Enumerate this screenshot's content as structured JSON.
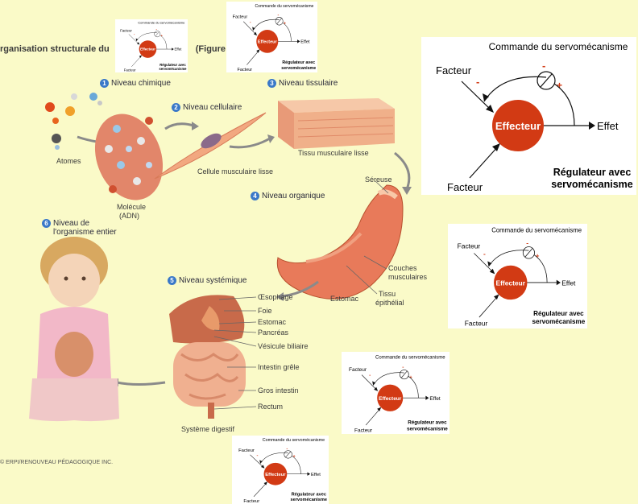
{
  "heading": "rganisation structurale du",
  "heading_suffix": "(Figure",
  "levels": [
    {
      "num": "1",
      "label": "Niveau chimique"
    },
    {
      "num": "2",
      "label": "Niveau cellulaire"
    },
    {
      "num": "3",
      "label": "Niveau tissulaire"
    },
    {
      "num": "4",
      "label": "Niveau organique"
    },
    {
      "num": "5",
      "label": "Niveau systémique"
    },
    {
      "num": "6",
      "label_line1": "Niveau de",
      "label_line2": "l'organisme entier"
    }
  ],
  "labels": {
    "atomes": "Atomes",
    "molecule_line1": "Molécule",
    "molecule_line2": "(ADN)",
    "cellule": "Cellule musculaire lisse",
    "tissu": "Tissu musculaire lisse",
    "sereuse": "Séreuse",
    "couches_line1": "Couches",
    "couches_line2": "musculaires",
    "estomac_organ": "Estomac",
    "tissu_epi_line1": "Tissu",
    "tissu_epi_line2": "épithélial",
    "oesophage": "Œsophage",
    "foie": "Foie",
    "estomac": "Estomac",
    "pancreas": "Pancréas",
    "vesicule": "Vésicule biliaire",
    "intestin_grele": "Intestin grêle",
    "gros_intestin": "Gros intestin",
    "rectum": "Rectum",
    "systeme": "Système digestif"
  },
  "copyright": "© ERPI/RENOUVEAU PÉDAGOGIQUE INC.",
  "regulator": {
    "commande": "Commande du servomécanisme",
    "facteur_top": "Facteur",
    "facteur_bottom": "Facteur",
    "effecteur": "Effecteur",
    "effet": "Effet",
    "minus": "-",
    "plus": "+",
    "caption_line1": "Régulateur avec",
    "caption_line2": "servomécanisme"
  },
  "colors": {
    "background": "#fafac8",
    "effecteur": "#d23a14",
    "minus": "#d23a14",
    "plus": "#d23a14",
    "level_badge": "#3a78c8"
  }
}
